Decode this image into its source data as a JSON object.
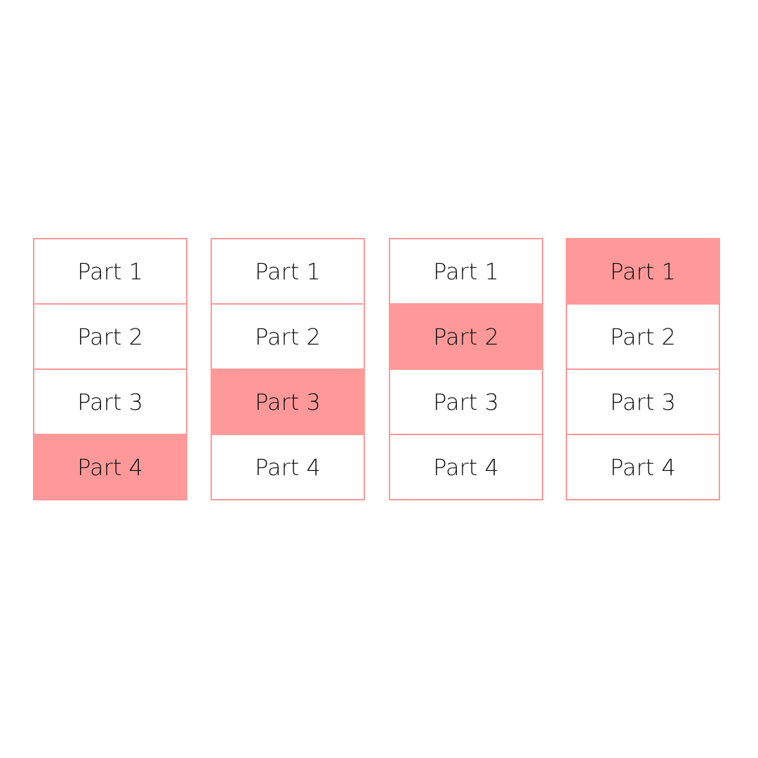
{
  "colors": {
    "accent": "#ff9999",
    "text": "#111111",
    "background": "#ffffff"
  },
  "columns": [
    {
      "highlighted_index": 3,
      "cells": [
        "Part 1",
        "Part 2",
        "Part 3",
        "Part 4"
      ]
    },
    {
      "highlighted_index": 2,
      "cells": [
        "Part 1",
        "Part 2",
        "Part 3",
        "Part 4"
      ]
    },
    {
      "highlighted_index": 1,
      "cells": [
        "Part 1",
        "Part 2",
        "Part 3",
        "Part 4"
      ]
    },
    {
      "highlighted_index": 0,
      "cells": [
        "Part 1",
        "Part 2",
        "Part 3",
        "Part 4"
      ]
    }
  ]
}
